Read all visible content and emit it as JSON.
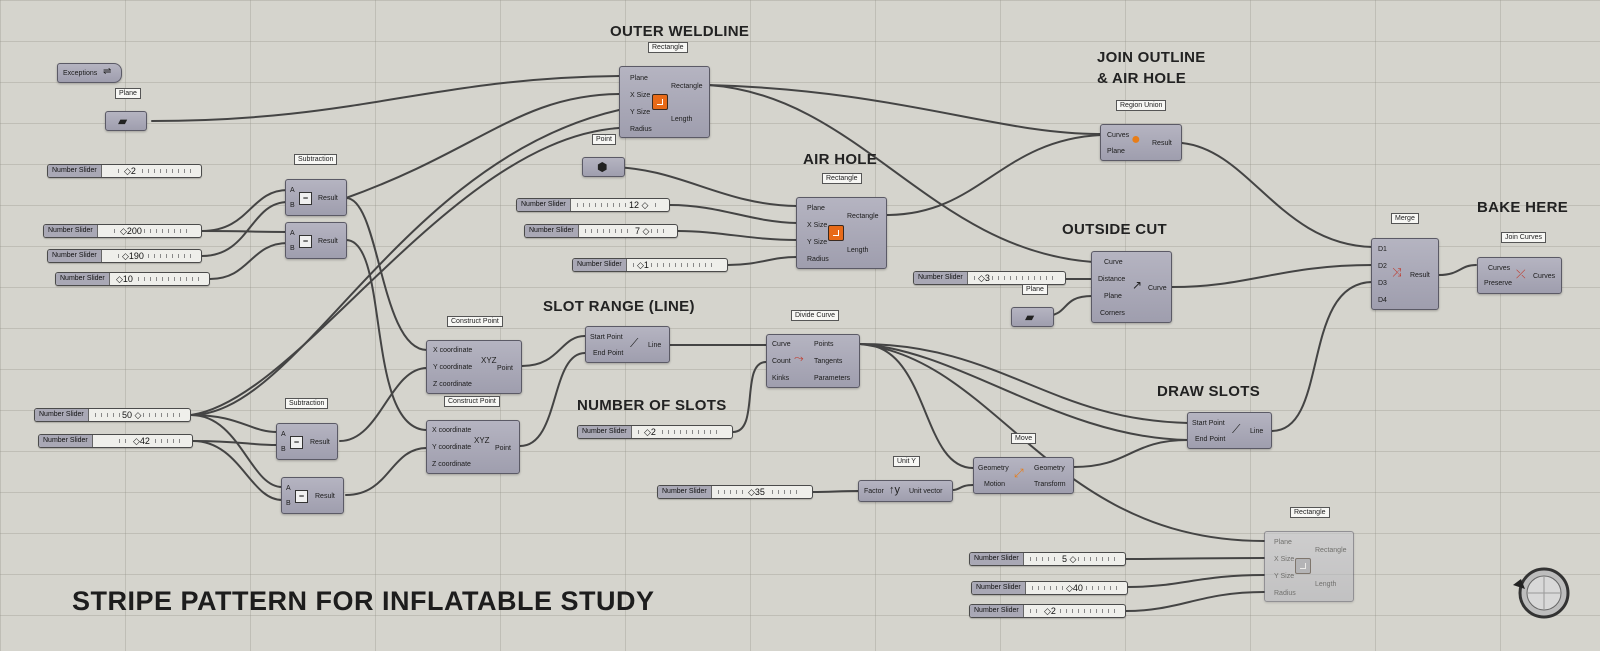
{
  "canvas_title": "STRIPE PATTERN FOR INFLATABLE STUDY",
  "groups": {
    "outer_weldline": "OUTER WELDLINE",
    "join_outline_1": "JOIN OUTLINE",
    "join_outline_2": "& AIR HOLE",
    "air_hole": "AIR HOLE",
    "outside_cut": "OUTSIDE CUT",
    "bake_here": "BAKE HERE",
    "slot_range": "SLOT RANGE (LINE)",
    "number_of_slots": "NUMBER OF SLOTS",
    "draw_slots": "DRAW SLOTS"
  },
  "tags": {
    "plane": "Plane",
    "subtraction": "Subtraction",
    "rectangle": "Rectangle",
    "point": "Point",
    "region_union": "Region Union",
    "merge": "Merge",
    "join_curves": "Join Curves",
    "construct_point": "Construct Point",
    "divide_curve": "Divide Curve",
    "move": "Move",
    "unit_y": "Unit Y"
  },
  "ports": {
    "exceptions": "Exceptions",
    "plane": "Plane",
    "x_size": "X Size",
    "y_size": "Y Size",
    "radius": "Radius",
    "rectangle": "Rectangle",
    "length": "Length",
    "a": "A",
    "b": "B",
    "result": "Result",
    "curves": "Curves",
    "curve": "Curve",
    "distance": "Distance",
    "corners": "Corners",
    "d1": "D1",
    "d2": "D2",
    "d3": "D3",
    "d4": "D4",
    "preserve": "Preserve",
    "x_coordinate": "X coordinate",
    "y_coordinate": "Y coordinate",
    "z_coordinate": "Z coordinate",
    "point": "Point",
    "start_point": "Start Point",
    "end_point": "End Point",
    "line": "Line",
    "count": "Count",
    "kinks": "Kinks",
    "points": "Points",
    "tangents": "Tangents",
    "parameters": "Parameters",
    "geometry": "Geometry",
    "motion": "Motion",
    "transform": "Transform",
    "factor": "Factor",
    "unit_vector": "Unit vector"
  },
  "sliders": {
    "label": "Number Slider",
    "s1": "◇2",
    "s2": "◇200",
    "s3": "◇190",
    "s4": "◇10",
    "s5": "12 ◇",
    "s6": "7 ◇",
    "s7": "◇1",
    "s8": "◇3",
    "s9": "50 ◇",
    "s10": "◇42",
    "s11": "◇2",
    "s12": "◇35",
    "s13": "5 ◇",
    "s14": "◇40",
    "s15": "◇2"
  },
  "ops": {
    "minus": "−"
  }
}
